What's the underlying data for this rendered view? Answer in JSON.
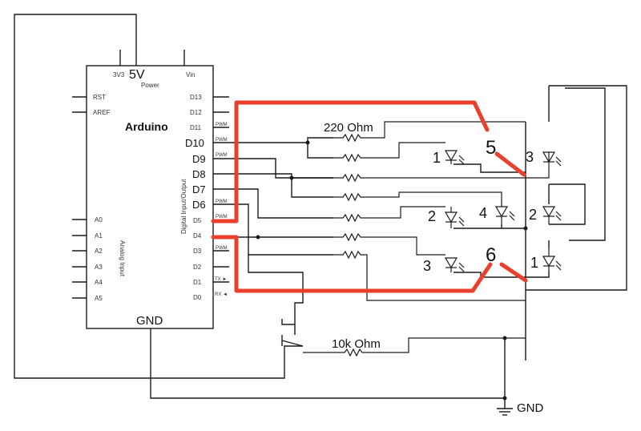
{
  "board": {
    "name": "Arduino",
    "power_label": "Power",
    "pin_3v3": "3V3",
    "pin_5v": "5V",
    "pin_vin": "Vin",
    "pin_rst": "RST",
    "pin_aref": "AREF",
    "gnd": "GND",
    "digital_label": "Digital Input/Output",
    "analog_label": "Analog Input",
    "pwm": "PWM",
    "tx": "TX ►",
    "rx": "RX ◄",
    "analog_pins": [
      "A0",
      "A1",
      "A2",
      "A3",
      "A4",
      "A5"
    ],
    "digital_small": [
      "D13",
      "D12",
      "D11",
      "D5",
      "D4",
      "D3",
      "D2",
      "D1",
      "D0"
    ],
    "digital_big": [
      "D10",
      "D9",
      "D8",
      "D7",
      "D6"
    ]
  },
  "labels": {
    "resistor_220": "220 Ohm",
    "resistor_10k": "10k Ohm",
    "ground": "GND",
    "group_5": "5",
    "group_6": "6"
  },
  "leds": [
    {
      "number": "1"
    },
    {
      "number": "3"
    },
    {
      "number": "2"
    },
    {
      "number": "4"
    },
    {
      "number": "2"
    },
    {
      "number": "3"
    },
    {
      "number": "1"
    }
  ],
  "colors": {
    "highlight": "#e8402c",
    "wire": "#1a1a1a"
  }
}
